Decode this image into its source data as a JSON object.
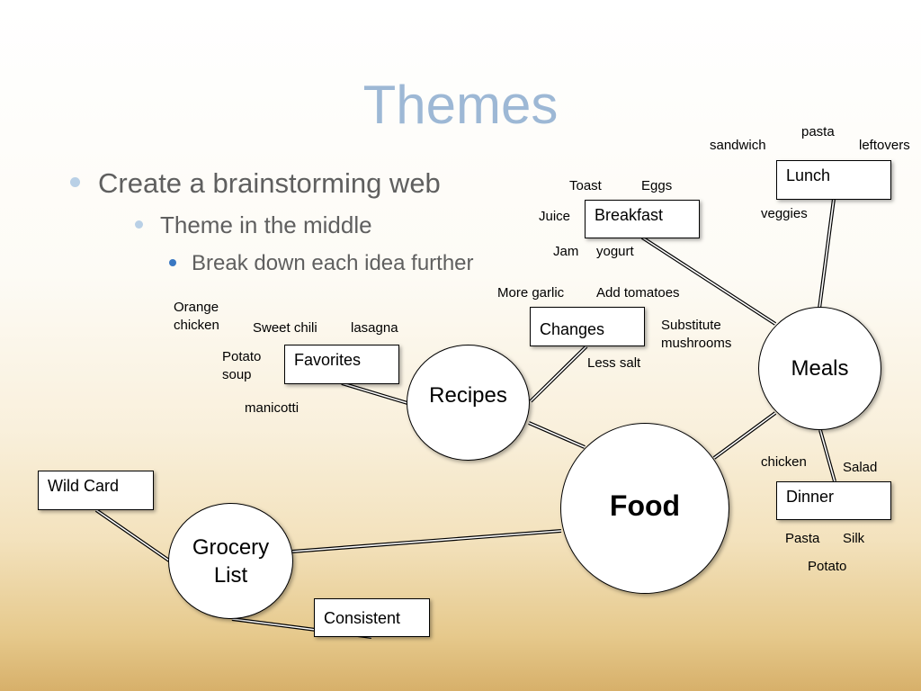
{
  "title": "Themes",
  "bullets": {
    "level1": "Create a brainstorming web",
    "level2": "Theme in the middle",
    "level3": "Break down each idea further"
  },
  "nodes": {
    "food": "Food",
    "meals": "Meals",
    "recipes": "Recipes",
    "grocery": "Grocery List"
  },
  "boxes": {
    "lunch": "Lunch",
    "breakfast": "Breakfast",
    "dinner": "Dinner",
    "changes": "Changes",
    "favorites": "Favorites",
    "wildcard": "Wild Card",
    "consistent": "Consistent"
  },
  "labels": {
    "pasta_top": "pasta",
    "sandwich": "sandwich",
    "leftovers": "leftovers",
    "veggies": "veggies",
    "toast": "Toast",
    "eggs": "Eggs",
    "juice": "Juice",
    "jam": "Jam",
    "yogurt": "yogurt",
    "more_garlic": "More garlic",
    "add_tomatoes": "Add tomatoes",
    "substitute_mushrooms": "Substitute mushrooms",
    "less_salt": "Less salt",
    "orange_chicken": "Orange chicken",
    "sweet_chili": "Sweet chili",
    "lasagna": "lasagna",
    "potato_soup": "Potato soup",
    "manicotti": "manicotti",
    "chicken": "chicken",
    "salad": "Salad",
    "pasta_bottom": "Pasta",
    "silk": "Silk",
    "potato": "Potato"
  },
  "colors": {
    "title": "#9db8d5",
    "bullet_text": "#5f5f5f",
    "bullet_dot_light": "#b9d0e6",
    "bullet_dot_dark": "#3a78c2"
  }
}
